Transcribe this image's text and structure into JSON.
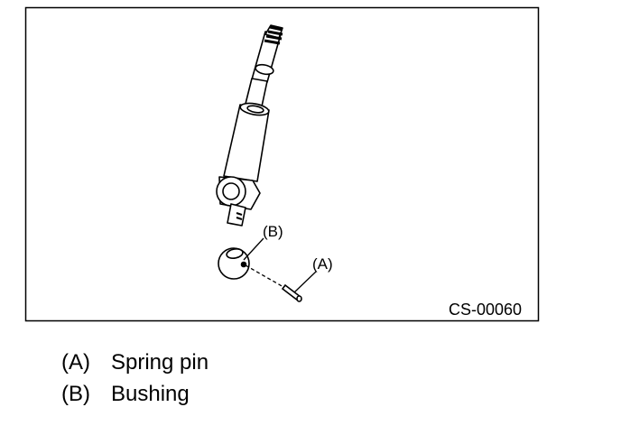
{
  "diagram": {
    "code": "CS-00060",
    "callouts": [
      {
        "id": "A",
        "label": "(A)"
      },
      {
        "id": "B",
        "label": "(B)"
      }
    ]
  },
  "legend": [
    {
      "key": "(A)",
      "text": "Spring pin"
    },
    {
      "key": "(B)",
      "text": "Bushing"
    }
  ]
}
